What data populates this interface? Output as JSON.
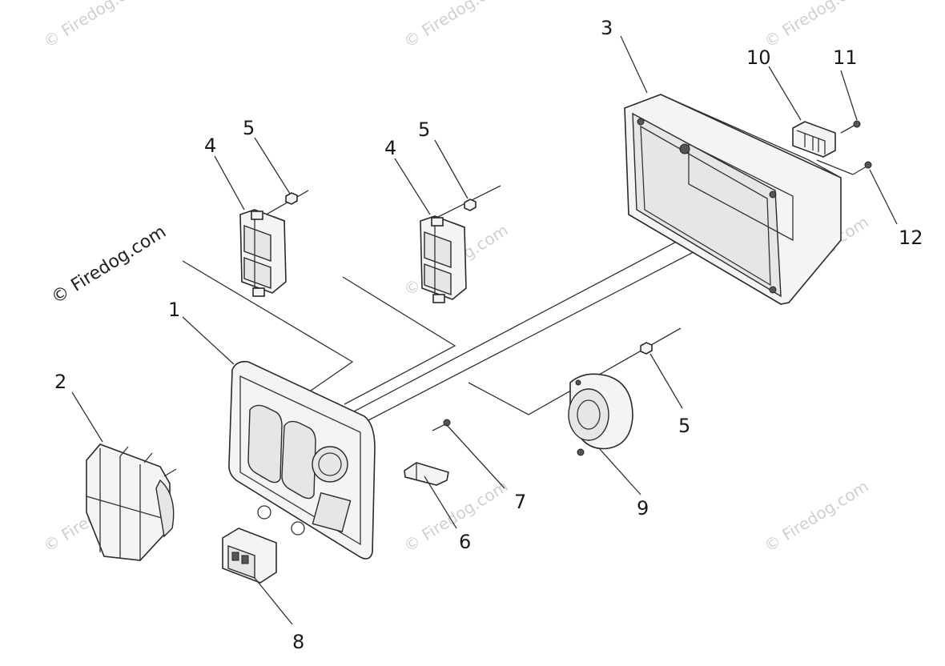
{
  "watermarks": {
    "main": "© Firedog.com",
    "faint": "© Firedog.com"
  },
  "callouts": {
    "c1": "1",
    "c2": "2",
    "c3": "3",
    "c4a": "4",
    "c4b": "4",
    "c5a": "5",
    "c5b": "5",
    "c5c": "5",
    "c6": "6",
    "c7": "7",
    "c8": "8",
    "c9": "9",
    "c10": "10",
    "c11": "11",
    "c12": "12"
  }
}
